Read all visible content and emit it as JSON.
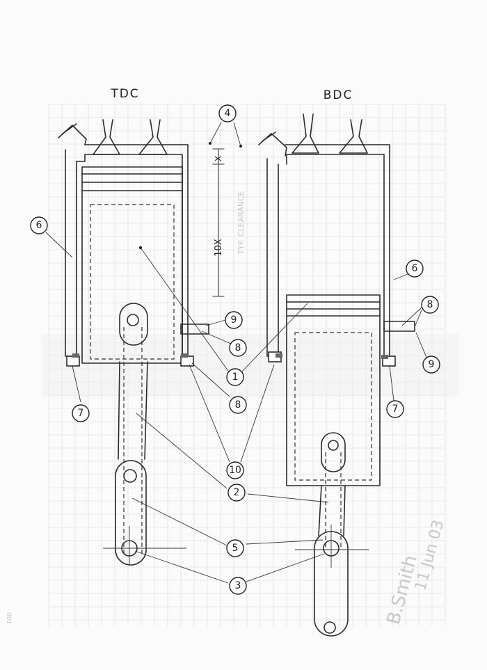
{
  "labels": {
    "tdc": "TDC",
    "bdc": "BDC",
    "dim_x": "X",
    "dim_10x": "10X",
    "typ_note": "TYP. CLEARANCE",
    "side_signature": "B.Smith",
    "side_date": "11 Jun 03",
    "tiny_margin": "001"
  },
  "callouts": [
    "1",
    "2",
    "3",
    "4",
    "5",
    "6",
    "7",
    "8",
    "9",
    "10"
  ]
}
